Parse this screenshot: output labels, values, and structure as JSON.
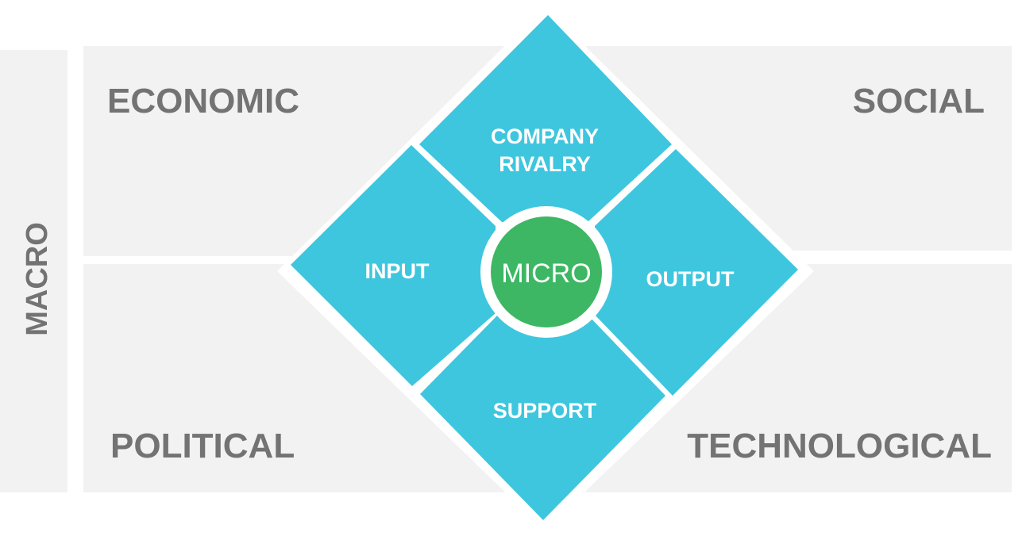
{
  "macro": {
    "label": "MACRO"
  },
  "quadrants": {
    "top_left": "ECONOMIC",
    "top_right": "SOCIAL",
    "bottom_left": "POLITICAL",
    "bottom_right": "TECHNOLOGICAL"
  },
  "micro_forces": {
    "top_line1": "COMPANY",
    "top_line2": "RIVALRY",
    "left": "INPUT",
    "right": "OUTPUT",
    "bottom": "SUPPORT",
    "center": "MICRO"
  },
  "colors": {
    "panel_gray": "#f2f2f2",
    "label_gray": "#737373",
    "diamond_blue": "#3ec6de",
    "center_green": "#3db764",
    "white": "#ffffff"
  }
}
